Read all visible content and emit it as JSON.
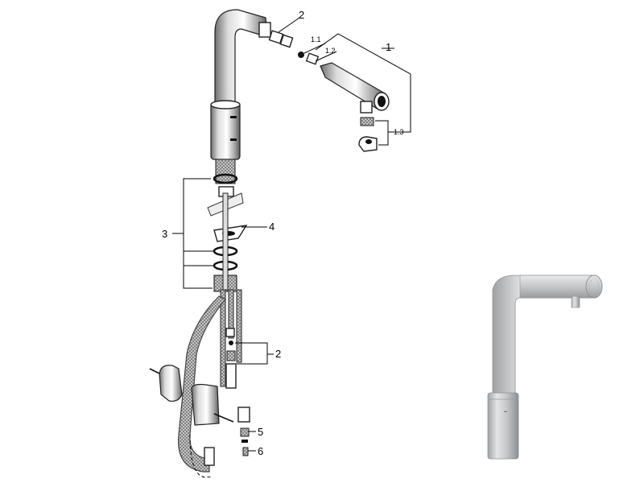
{
  "callouts": {
    "c1": "1",
    "c1_1": "1.1",
    "c1_2": "1.2",
    "c1_3": "1.3",
    "c2_top": "2",
    "c2_lower": "2",
    "c3": "3",
    "c4": "4",
    "c5": "5",
    "c6": "6"
  },
  "colors": {
    "line": "#000000",
    "metal_light": "#f2f2f2",
    "metal_dark": "#8a8a8a",
    "photo_steel": "#c9cbcc"
  }
}
